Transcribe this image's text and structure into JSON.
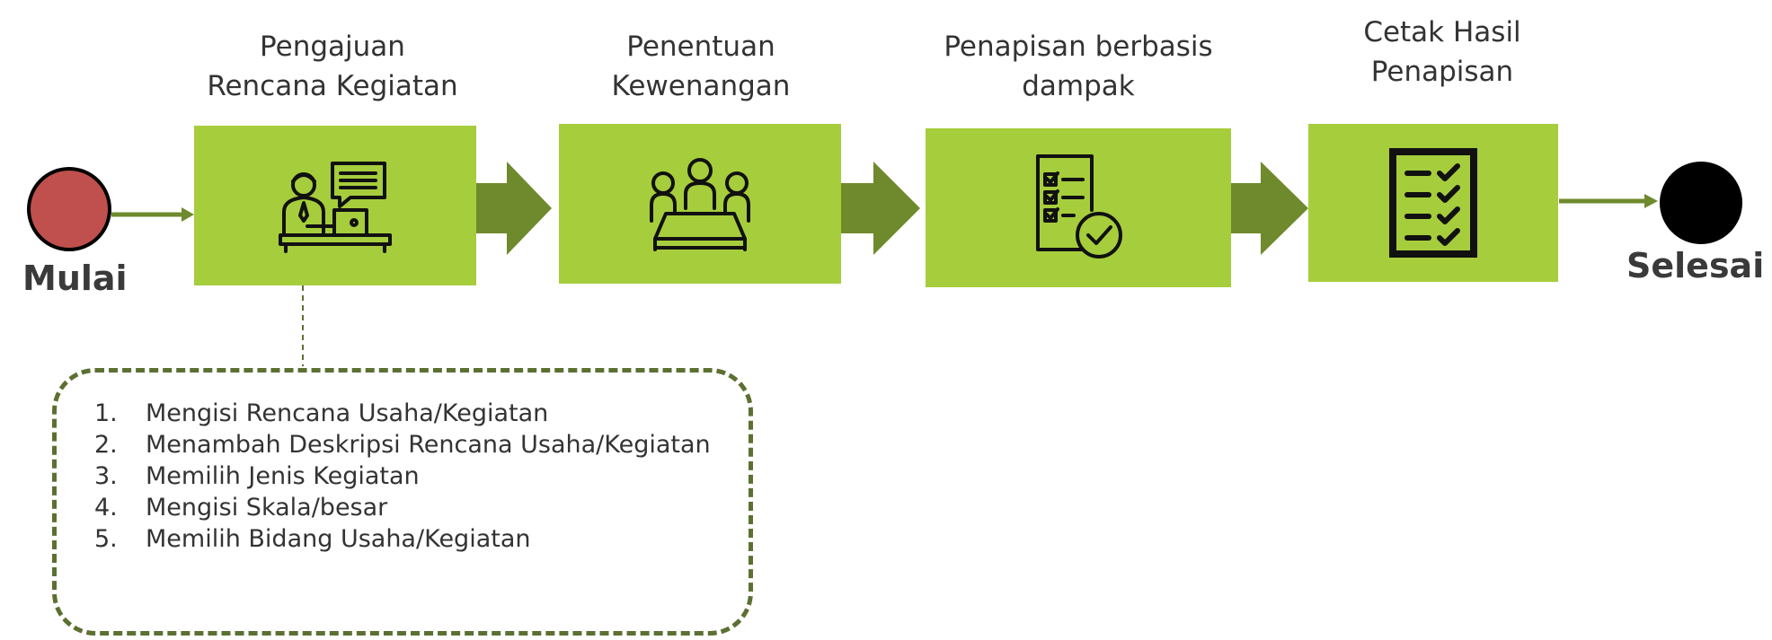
{
  "start": {
    "label": "Mulai",
    "color": "#c0504d"
  },
  "end": {
    "label": "Selesai",
    "color": "#000000"
  },
  "colors": {
    "box": "#a6cd3c",
    "arrow": "#6f8a2c",
    "dash": "#5b7031"
  },
  "steps": [
    {
      "title_lines": [
        "Pengajuan",
        "Rencana Kegiatan"
      ],
      "icon": "person-at-laptop-icon"
    },
    {
      "title_lines": [
        "Penentuan",
        "Kewenangan"
      ],
      "icon": "meeting-table-icon"
    },
    {
      "title_lines": [
        "Penapisan berbasis",
        "dampak"
      ],
      "icon": "checklist-document-icon"
    },
    {
      "title_lines": [
        "Cetak Hasil",
        "Penapisan"
      ],
      "icon": "checklist-clipboard-icon"
    }
  ],
  "details": {
    "items": [
      {
        "num": "1.",
        "text": "Mengisi Rencana Usaha/Kegiatan"
      },
      {
        "num": "2.",
        "text": "Menambah Deskripsi Rencana Usaha/Kegiatan"
      },
      {
        "num": "3.",
        "text": "Memilih Jenis Kegiatan"
      },
      {
        "num": "4.",
        "text": "Mengisi Skala/besar"
      },
      {
        "num": "5.",
        "text": "Memilih Bidang Usaha/Kegiatan"
      }
    ]
  }
}
